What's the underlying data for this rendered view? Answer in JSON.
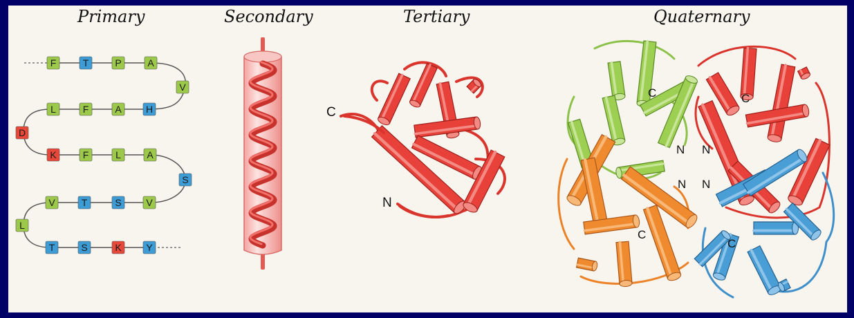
{
  "colors": {
    "frame": "#000066",
    "hydrophobic": "#9cc94a",
    "polar": "#3d9bd5",
    "charged": "#e8483a",
    "helix": "#e8413a",
    "sheet_green": "#9ccf52",
    "chain_orange": "#f08a2e",
    "chain_blue": "#4a9ed6"
  },
  "titles": {
    "primary": "Primary",
    "secondary": "Secondary",
    "tertiary": "Tertiary",
    "quaternary": "Quaternary"
  },
  "primary": {
    "rows": [
      [
        {
          "aa": "F",
          "type": "hydrophobic"
        },
        {
          "aa": "T",
          "type": "polar"
        },
        {
          "aa": "P",
          "type": "hydrophobic"
        },
        {
          "aa": "A",
          "type": "hydrophobic"
        }
      ],
      [
        {
          "aa": "V",
          "type": "hydrophobic"
        }
      ],
      [
        {
          "aa": "L",
          "type": "hydrophobic"
        },
        {
          "aa": "F",
          "type": "hydrophobic"
        },
        {
          "aa": "A",
          "type": "hydrophobic"
        },
        {
          "aa": "H",
          "type": "polar"
        }
      ],
      [
        {
          "aa": "D",
          "type": "charged"
        }
      ],
      [
        {
          "aa": "K",
          "type": "charged"
        },
        {
          "aa": "F",
          "type": "hydrophobic"
        },
        {
          "aa": "L",
          "type": "hydrophobic"
        },
        {
          "aa": "A",
          "type": "hydrophobic"
        }
      ],
      [
        {
          "aa": "S",
          "type": "polar"
        }
      ],
      [
        {
          "aa": "V",
          "type": "hydrophobic"
        },
        {
          "aa": "T",
          "type": "polar"
        },
        {
          "aa": "S",
          "type": "polar"
        },
        {
          "aa": "V",
          "type": "hydrophobic"
        }
      ],
      [
        {
          "aa": "L",
          "type": "hydrophobic"
        }
      ],
      [
        {
          "aa": "T",
          "type": "polar"
        },
        {
          "aa": "S",
          "type": "polar"
        },
        {
          "aa": "K",
          "type": "charged"
        },
        {
          "aa": "Y",
          "type": "polar"
        }
      ]
    ]
  },
  "tertiary": {
    "c_label": "C",
    "n_label": "N"
  },
  "quaternary": {
    "labels": [
      {
        "id": "c-top-left",
        "text": "C"
      },
      {
        "id": "c-top-right",
        "text": "C"
      },
      {
        "id": "n-mid-1",
        "text": "N"
      },
      {
        "id": "n-mid-2",
        "text": "N"
      },
      {
        "id": "n-mid-3",
        "text": "N"
      },
      {
        "id": "n-mid-4",
        "text": "N"
      },
      {
        "id": "c-bottom-left",
        "text": "C"
      },
      {
        "id": "c-bottom-right",
        "text": "C"
      }
    ]
  }
}
